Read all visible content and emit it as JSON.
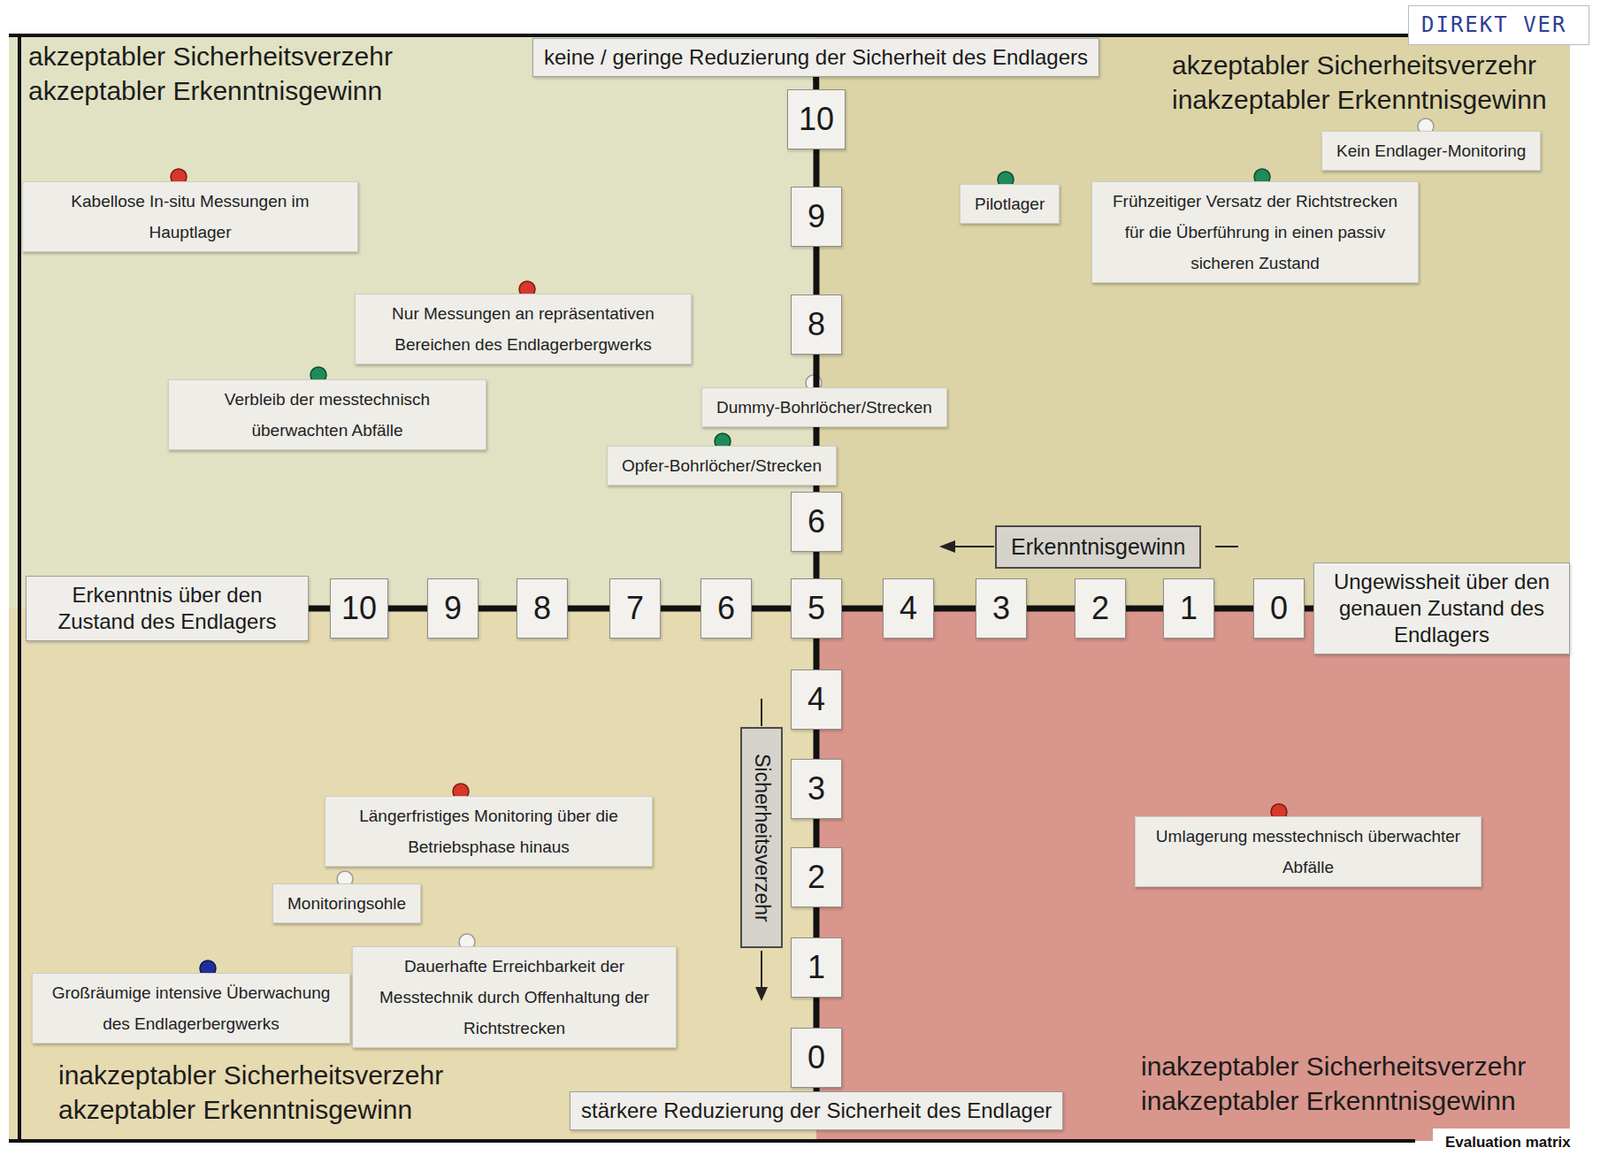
{
  "diagram": {
    "caption": "Evaluation matrix",
    "nodes": [
      {
        "text": [
          "keine / geringe Reduzierung der Sicherheit des Endlagers"
        ]
      },
      {
        "text": [
          "DIREKT VER"
        ]
      },
      {
        "text": [
          "10"
        ]
      },
      {
        "text": [
          "Kein Endlager-Monitoring"
        ]
      },
      {
        "text": [
          "Kabellose In-situ Messungen im Hauptlager"
        ]
      },
      {
        "text": [
          "Pilotlager"
        ]
      },
      {
        "text": [
          "Frühzeitiger Versatz der Richtstrecken für die Überführung in einen passiv sicheren Zustand"
        ]
      },
      {
        "text": [
          "9"
        ]
      },
      {
        "text": [
          "Nur Messungen an repräsentativen Bereichen des Endlagerbergwerks"
        ]
      },
      {
        "text": [
          "8"
        ]
      },
      {
        "text": [
          "Verbleib der messtechnisch überwachten Abfälle"
        ]
      },
      {
        "text": [
          "Dummy-Bohrlöcher/Strecken"
        ]
      },
      {
        "text": [
          "Opfer-Bohrlöcher/Strecken"
        ]
      },
      {
        "text": [
          "6"
        ]
      },
      {
        "text": [
          "Erkenntnisgewinn"
        ]
      },
      {
        "text": [
          "Erkenntnis über den Zustand des Endlagers"
        ]
      },
      {
        "text": [
          "10"
        ]
      },
      {
        "text": [
          "9"
        ]
      },
      {
        "text": [
          "8"
        ]
      },
      {
        "text": [
          "7"
        ]
      },
      {
        "text": [
          "6"
        ]
      },
      {
        "text": [
          "5"
        ]
      },
      {
        "text": [
          "4"
        ]
      },
      {
        "text": [
          "3"
        ]
      },
      {
        "text": [
          "2"
        ]
      },
      {
        "text": [
          "1"
        ]
      },
      {
        "text": [
          "0"
        ]
      },
      {
        "text": [
          "Ungewissheit über den genauen Zustand des Endlagers"
        ]
      },
      {
        "text": [
          "4"
        ]
      },
      {
        "text": [
          "Sicherheitsverzehr"
        ]
      },
      {
        "text": [
          "3"
        ]
      },
      {
        "text": [
          "Längerfristiges Monitoring über die Betriebsphase hinaus"
        ]
      },
      {
        "text": [
          "Umlagerung messtechnisch überwachter Abfälle"
        ]
      },
      {
        "text": [
          "2"
        ]
      },
      {
        "text": [
          "Monitoringsohle"
        ]
      },
      {
        "text": [
          "1"
        ]
      },
      {
        "text": [
          "Dauerhafte Erreichbarkeit der Messtechnik durch Offenhaltung der Richtstrecken"
        ]
      },
      {
        "text": [
          "Großräumige intensive Überwachung des Endlagerbergwerks"
        ]
      },
      {
        "text": [
          "0"
        ]
      },
      {
        "text": [
          "stärkere Reduzierung der Sicherheit des Endlager"
        ]
      }
    ],
    "edges": [
      {
        "from": 0,
        "to": 2,
        "arrow": "none"
      },
      {
        "from": 2,
        "to": 7,
        "arrow": "none"
      },
      {
        "from": 7,
        "to": 9,
        "arrow": "none"
      },
      {
        "from": 9,
        "to": 13,
        "arrow": "none"
      },
      {
        "from": 13,
        "to": 21,
        "arrow": "none"
      },
      {
        "from": 21,
        "to": 28,
        "arrow": "none"
      },
      {
        "from": 28,
        "to": 30,
        "arrow": "none"
      },
      {
        "from": 30,
        "to": 33,
        "arrow": "none"
      },
      {
        "from": 33,
        "to": 35,
        "arrow": "none"
      },
      {
        "from": 35,
        "to": 38,
        "arrow": "none"
      },
      {
        "from": 38,
        "to": 39,
        "arrow": "none"
      },
      {
        "from": 15,
        "to": 16,
        "arrow": "none"
      },
      {
        "from": 16,
        "to": 17,
        "arrow": "none"
      },
      {
        "from": 17,
        "to": 18,
        "arrow": "none"
      },
      {
        "from": 18,
        "to": 19,
        "arrow": "none"
      },
      {
        "from": 19,
        "to": 20,
        "arrow": "none"
      },
      {
        "from": 20,
        "to": 21,
        "arrow": "none"
      },
      {
        "from": 21,
        "to": 22,
        "arrow": "none"
      },
      {
        "from": 22,
        "to": 23,
        "arrow": "none"
      },
      {
        "from": 23,
        "to": 24,
        "arrow": "none"
      },
      {
        "from": 24,
        "to": 25,
        "arrow": "none"
      },
      {
        "from": 25,
        "to": 26,
        "arrow": "none"
      },
      {
        "from": 26,
        "to": 27,
        "arrow": "none"
      }
    ],
    "labels": [
      "akzeptabler Sicherheitsverzehr akzeptabler Erkenntnisgewinn",
      "akzeptabler Sicherheitsverzehr inakzeptabler Erkenntnisgewinn",
      "inakzeptabler Sicherheitsverzehr akzeptabler Erkenntnisgewinn",
      "inakzeptabler Sicherheitsverzehr inakzeptabler Erkenntnisgewinn"
    ]
  }
}
